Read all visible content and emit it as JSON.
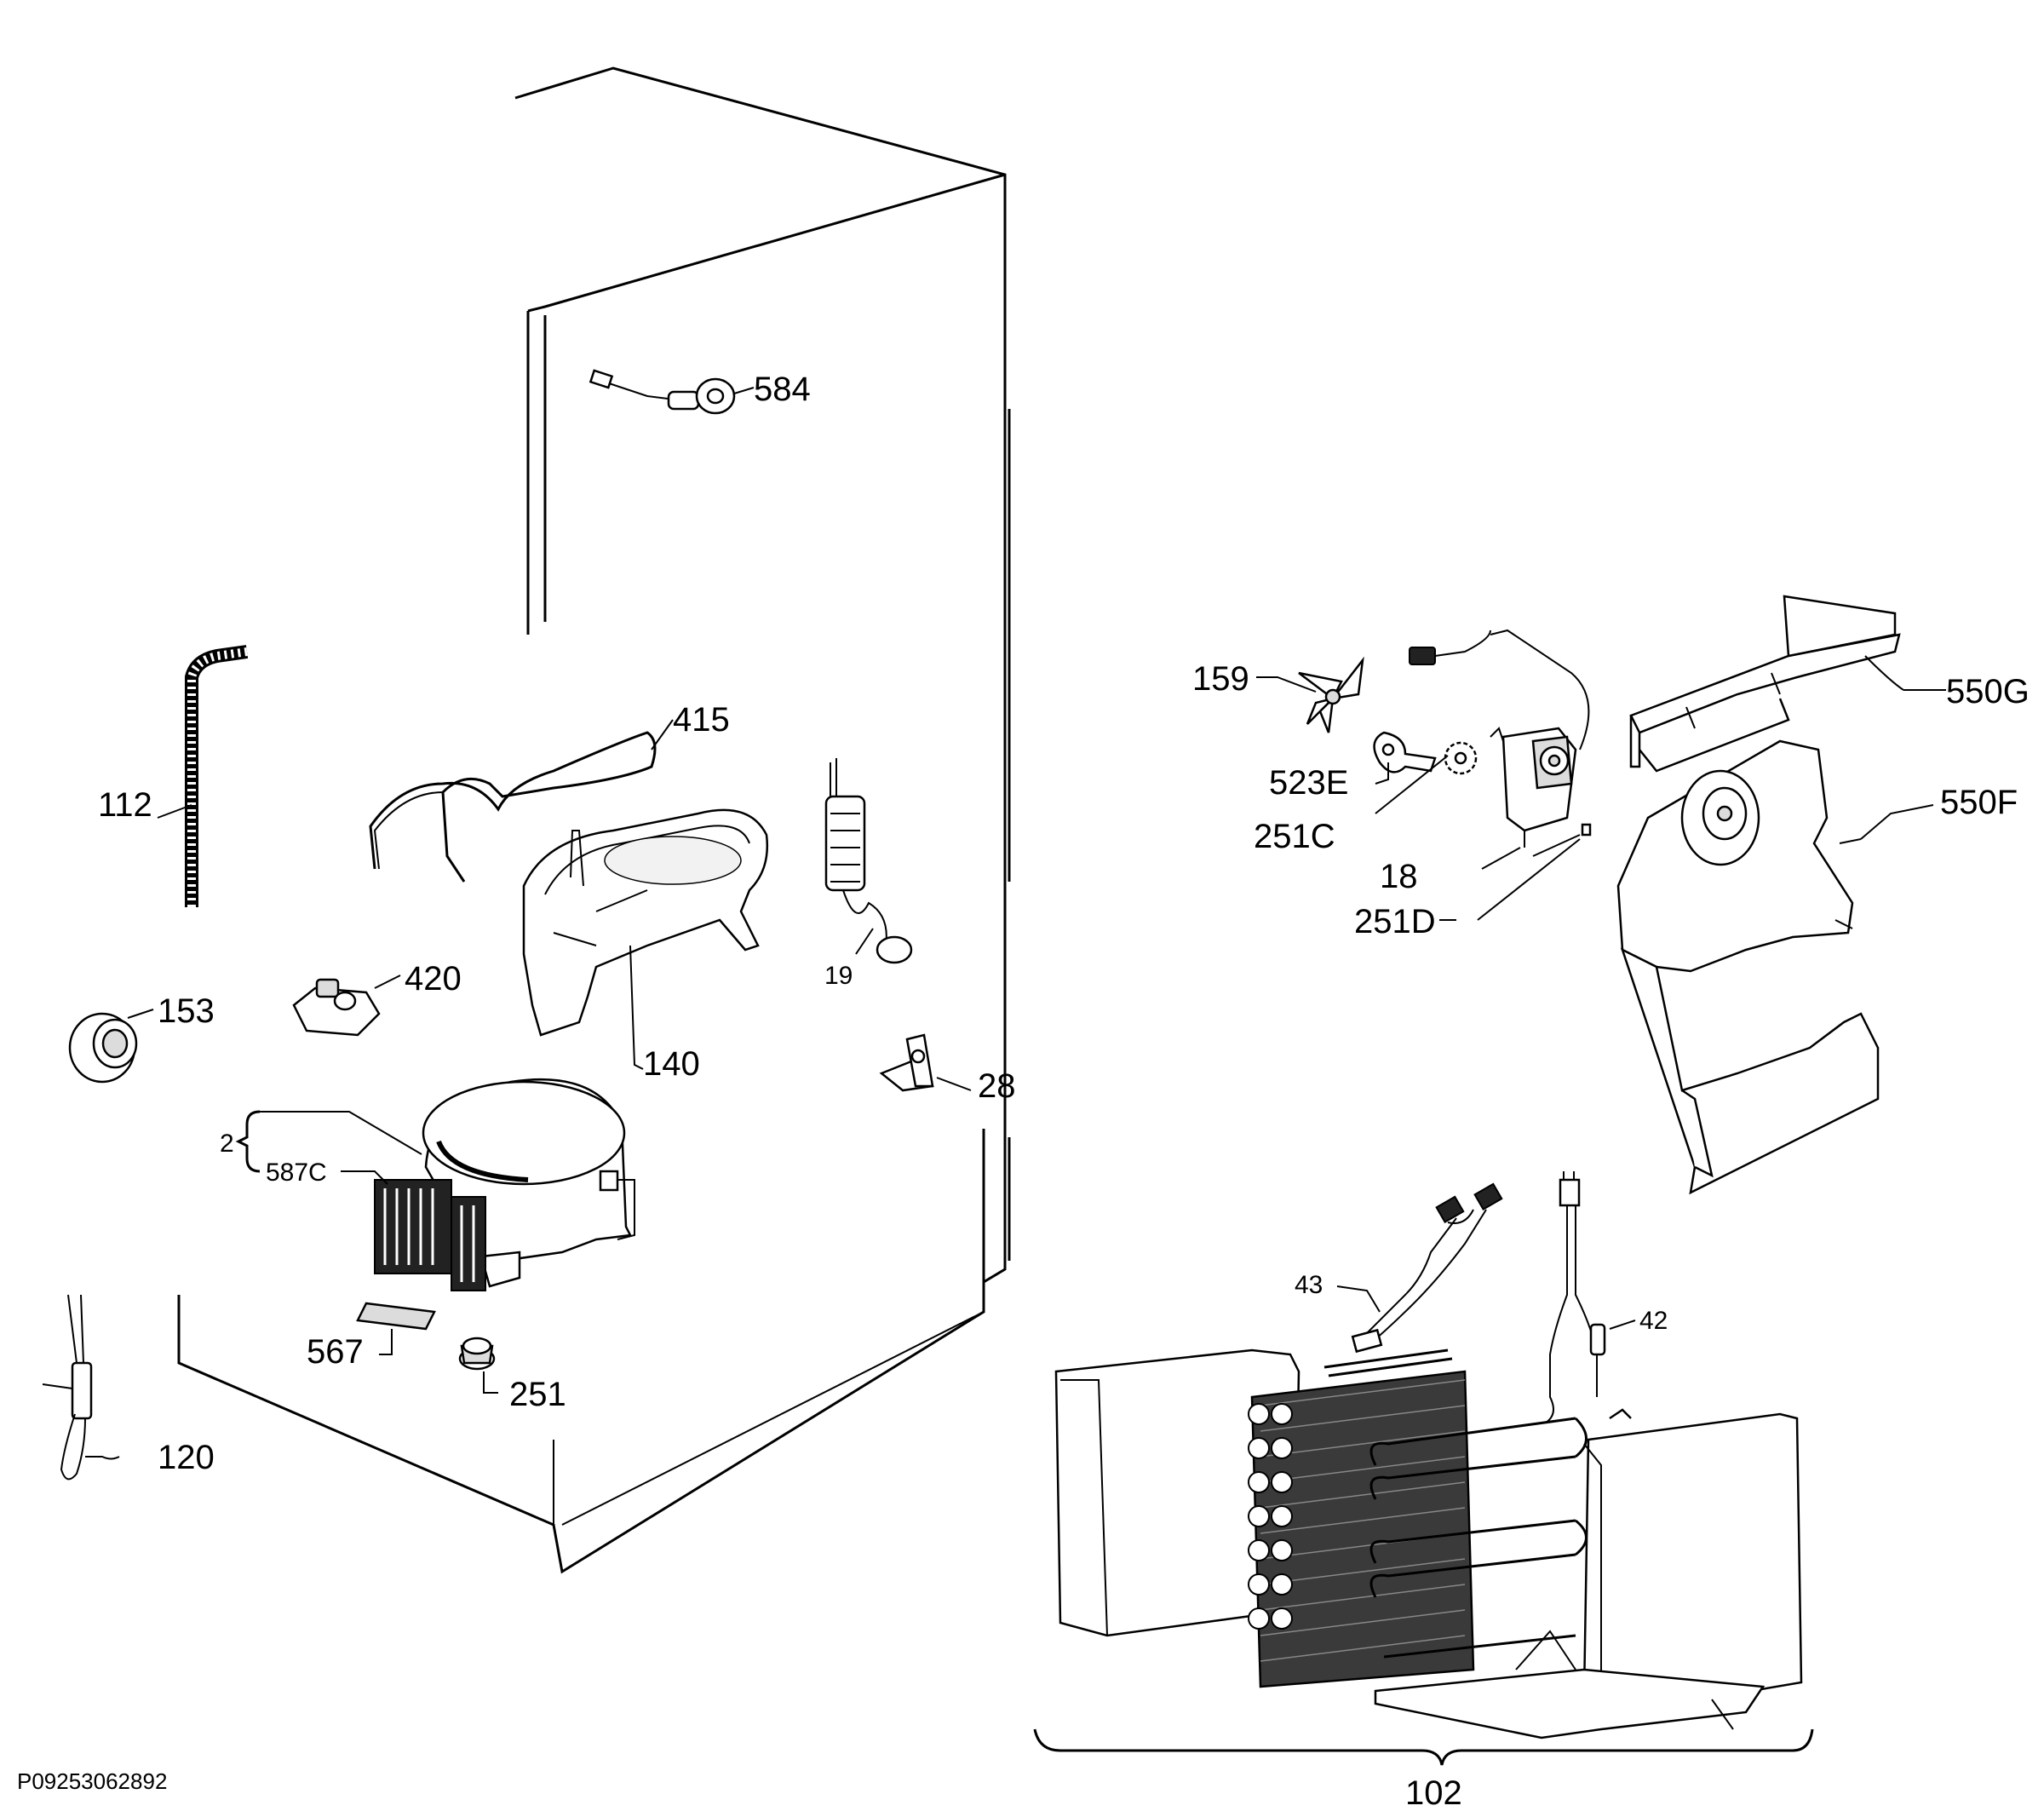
{
  "callouts": {
    "c584": "584",
    "c415": "415",
    "c112": "112",
    "c420": "420",
    "c153": "153",
    "c140": "140",
    "c19": "19",
    "c28": "28",
    "c2": "2",
    "c587c": "587C",
    "c567": "567",
    "c251": "251",
    "c120": "120",
    "c159": "159",
    "c523e": "523E",
    "c251c": "251C",
    "c18": "18",
    "c251d": "251D",
    "c550g": "550G",
    "c550f": "550F",
    "c43": "43",
    "c42": "42",
    "c102": "102"
  },
  "reference_code": "P09253062892"
}
